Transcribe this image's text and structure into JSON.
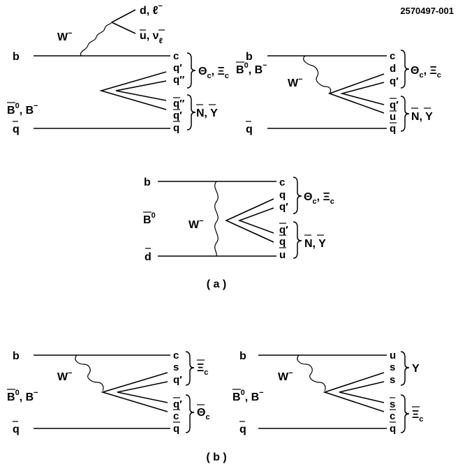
{
  "figure_id": "2570497-001",
  "captions": {
    "a": "( a )",
    "b": "( b )"
  },
  "diagrams": {
    "d1": {
      "b": "b",
      "meson": [
        "B",
        "0",
        ", B",
        "−"
      ],
      "q": "q",
      "w": [
        "W",
        "−"
      ],
      "lep_top": [
        "d, ℓ",
        "−"
      ],
      "lep_bot": [
        "u, ν",
        "ℓ"
      ],
      "out": [
        "c",
        "q′",
        "q″",
        "q″",
        "q′",
        "q"
      ],
      "top_label": [
        "Θ",
        "c",
        ", Ξ",
        "c"
      ],
      "bot_label": "N, Y"
    },
    "d2": {
      "b": "b",
      "meson": [
        "B",
        "0",
        ", B",
        "−"
      ],
      "q": "q",
      "w": [
        "W",
        "−"
      ],
      "out": [
        "c",
        "d",
        "q′",
        "q′",
        "u",
        "q"
      ],
      "top_label": [
        "Θ",
        "c",
        ", Ξ",
        "c"
      ],
      "bot_label": "N, Y"
    },
    "d3": {
      "b": "b",
      "meson": [
        "B",
        "0"
      ],
      "d": "d",
      "w": [
        "W",
        "−"
      ],
      "out": [
        "c",
        "q",
        "q′",
        "q′",
        "q",
        "u"
      ],
      "top_label": [
        "Θ",
        "c",
        ", Ξ",
        "c"
      ],
      "bot_label": "N, Y"
    },
    "d4": {
      "b": "b",
      "meson": [
        "B",
        "0",
        ", B",
        "−"
      ],
      "q": "q",
      "w": [
        "W",
        "−"
      ],
      "out": [
        "c",
        "s",
        "q′",
        "q′",
        "c",
        "q"
      ],
      "top_label": [
        "Ξ",
        "c"
      ],
      "bot_label": [
        "Θ",
        "c"
      ]
    },
    "d5": {
      "b": "b",
      "meson": [
        "B",
        "0",
        ", B",
        "−"
      ],
      "q": "q",
      "w": [
        "W",
        "−"
      ],
      "out": [
        "u",
        "s",
        "s",
        "s",
        "c",
        "q"
      ],
      "top_label": "Y",
      "bot_label": [
        "Ξ",
        "c"
      ]
    }
  }
}
